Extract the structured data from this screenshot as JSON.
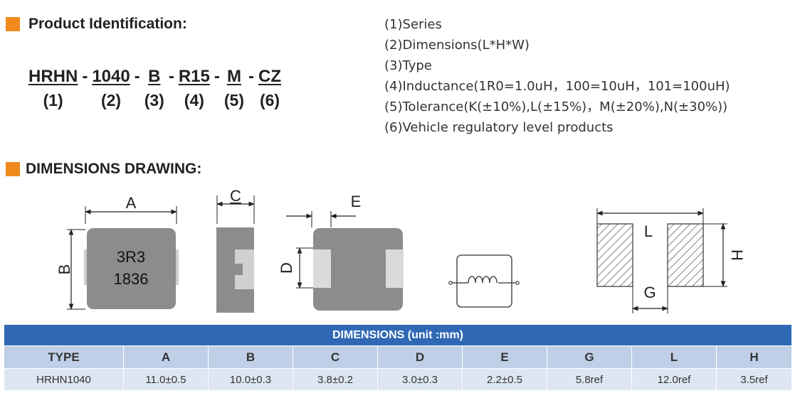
{
  "product_id": {
    "heading": "Product Identification:",
    "segments": [
      {
        "code": "HRHN",
        "num": "(1)"
      },
      {
        "code": "1040",
        "num": "(2)"
      },
      {
        "code": "B",
        "num": "(3)"
      },
      {
        "code": "R15",
        "num": "(4)"
      },
      {
        "code": "M",
        "num": "(5)"
      },
      {
        "code": "CZ",
        "num": "(6)"
      }
    ],
    "separator": "-",
    "legend": [
      "(1)Series",
      "(2)Dimensions(L*H*W)",
      "(3)Type",
      "(4)Inductance(1R0=1.0uH，100=10uH，101=100uH)",
      "(5)Tolerance(K(±10%),L(±15%)，M(±20%),N(±30%))",
      "(6)Vehicle regulatory level products"
    ]
  },
  "drawing": {
    "heading": "DIMENSIONS DRAWING:",
    "labels": {
      "A": "A",
      "B": "B",
      "C": "C",
      "D": "D",
      "E": "E",
      "L": "L",
      "G": "G",
      "H": "H"
    },
    "marking_line1": "3R3",
    "marking_line2": "1836"
  },
  "table": {
    "caption": "DIMENSIONS (unit :mm)",
    "headers": [
      "TYPE",
      "A",
      "B",
      "C",
      "D",
      "E",
      "G",
      "L",
      "H"
    ],
    "rows": [
      [
        "HRHN1040",
        "11.0±0.5",
        "10.0±0.3",
        "3.8±0.2",
        "3.0±0.3",
        "2.2±0.5",
        "5.8ref",
        "12.0ref",
        "3.5ref"
      ]
    ]
  },
  "colors": {
    "accent_square": "#f08a1c",
    "table_caption": "#2f68b4",
    "table_header": "#bfcfe7",
    "table_row": "#dde6f2"
  }
}
